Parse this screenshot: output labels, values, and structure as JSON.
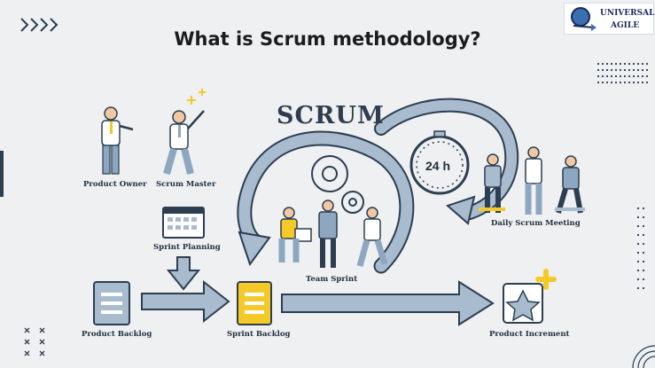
{
  "title": "What is Scrum methodology?",
  "scrum_label": "SCRUM",
  "timer_label": "24 h",
  "logo": {
    "line1": "UNIVERSAL",
    "line2": "AGILE"
  },
  "labels": {
    "product_owner": "Product Owner",
    "scrum_master": "Scrum Master",
    "sprint_planning": "Sprint Planning",
    "product_backlog": "Product Backlog",
    "sprint_backlog": "Sprint Backlog",
    "team_sprint": "Team Sprint",
    "daily_scrum": "Daily Scrum Meeting",
    "product_increment": "Product Increment"
  },
  "colors": {
    "accent_blue": "#9fb3c8",
    "dark_navy": "#2c3e50",
    "yellow": "#f5c928",
    "background": "#eef0f2"
  }
}
